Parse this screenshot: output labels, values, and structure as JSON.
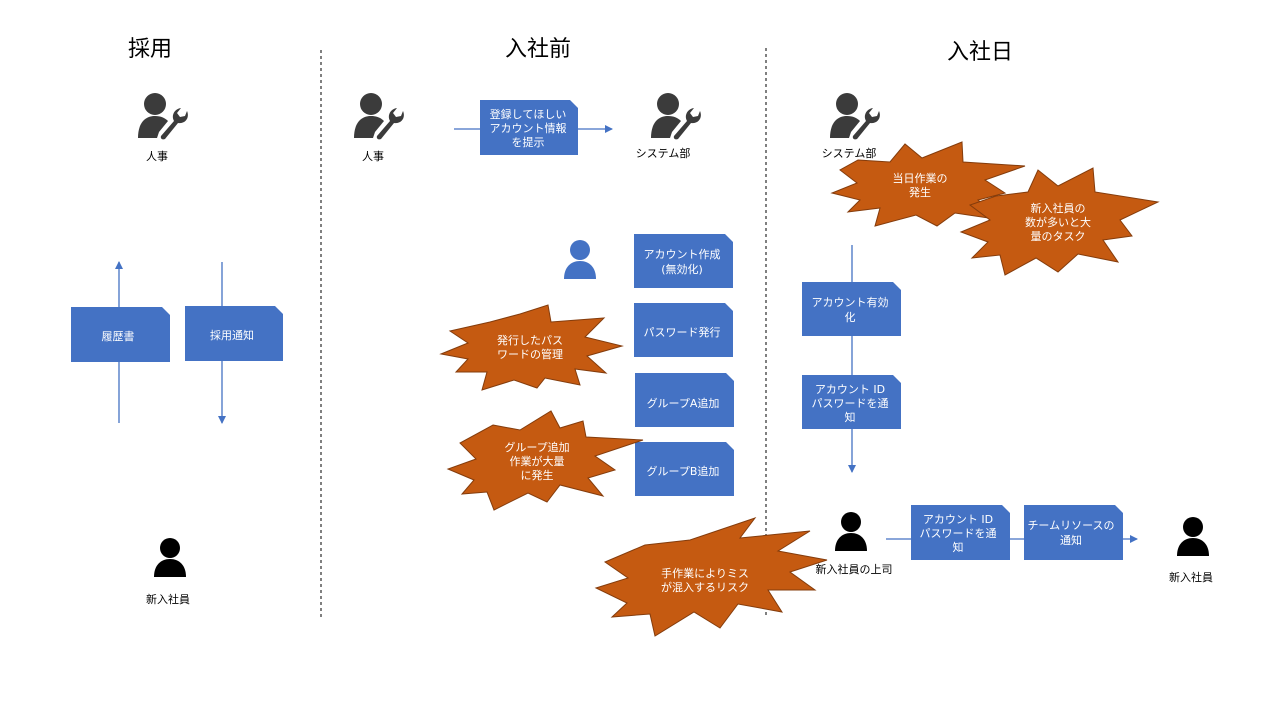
{
  "sections": {
    "recruit": "採用",
    "pre_join": "入社前",
    "join_day": "入社日"
  },
  "actors": {
    "hr_recruit": "人事",
    "new_employee_recruit": "新入社員",
    "hr_pre": "人事",
    "system_dept_pre": "システム部",
    "system_dept_day": "システム部",
    "manager": "新入社員の上司",
    "new_employee_day": "新入社員"
  },
  "documents": {
    "resume": [
      "履歴書"
    ],
    "hire_notice": [
      "採用通知"
    ],
    "account_info_request": [
      "登録してほしい",
      "アカウント情報",
      "を提示"
    ],
    "account_create": [
      "アカウント作成",
      "(無効化)"
    ],
    "password_issue": [
      "パスワード発行"
    ],
    "group_a_add": [
      "グループA追加"
    ],
    "group_b_add": [
      "グループB追加"
    ],
    "account_enable": [
      "アカウント有効",
      "化"
    ],
    "notify_id_pw_system": [
      "アカウント ID",
      "パスワードを通",
      "知"
    ],
    "notify_id_pw_manager": [
      "アカウント ID",
      "パスワードを通",
      "知"
    ],
    "team_resource_notice": [
      "チームリソースの",
      "通知"
    ]
  },
  "issues": {
    "password_management": [
      "発行したパス",
      "ワードの管理"
    ],
    "group_add_volume": [
      "グループ追加",
      "作業が大量",
      "に発生"
    ],
    "manual_error_risk": [
      "手作業によりミス",
      "が混入するリスク"
    ],
    "same_day_work": [
      "当日作業の",
      "発生"
    ],
    "many_hires_tasks": [
      "新入社員の",
      "数が多いと大",
      "量のタスク"
    ]
  },
  "colors": {
    "document_fill": "#4472C4",
    "issue_fill": "#C55A11",
    "arrow": "#4472C4"
  },
  "icons": {
    "staff": "person-wrench-icon",
    "employee": "person-icon"
  }
}
